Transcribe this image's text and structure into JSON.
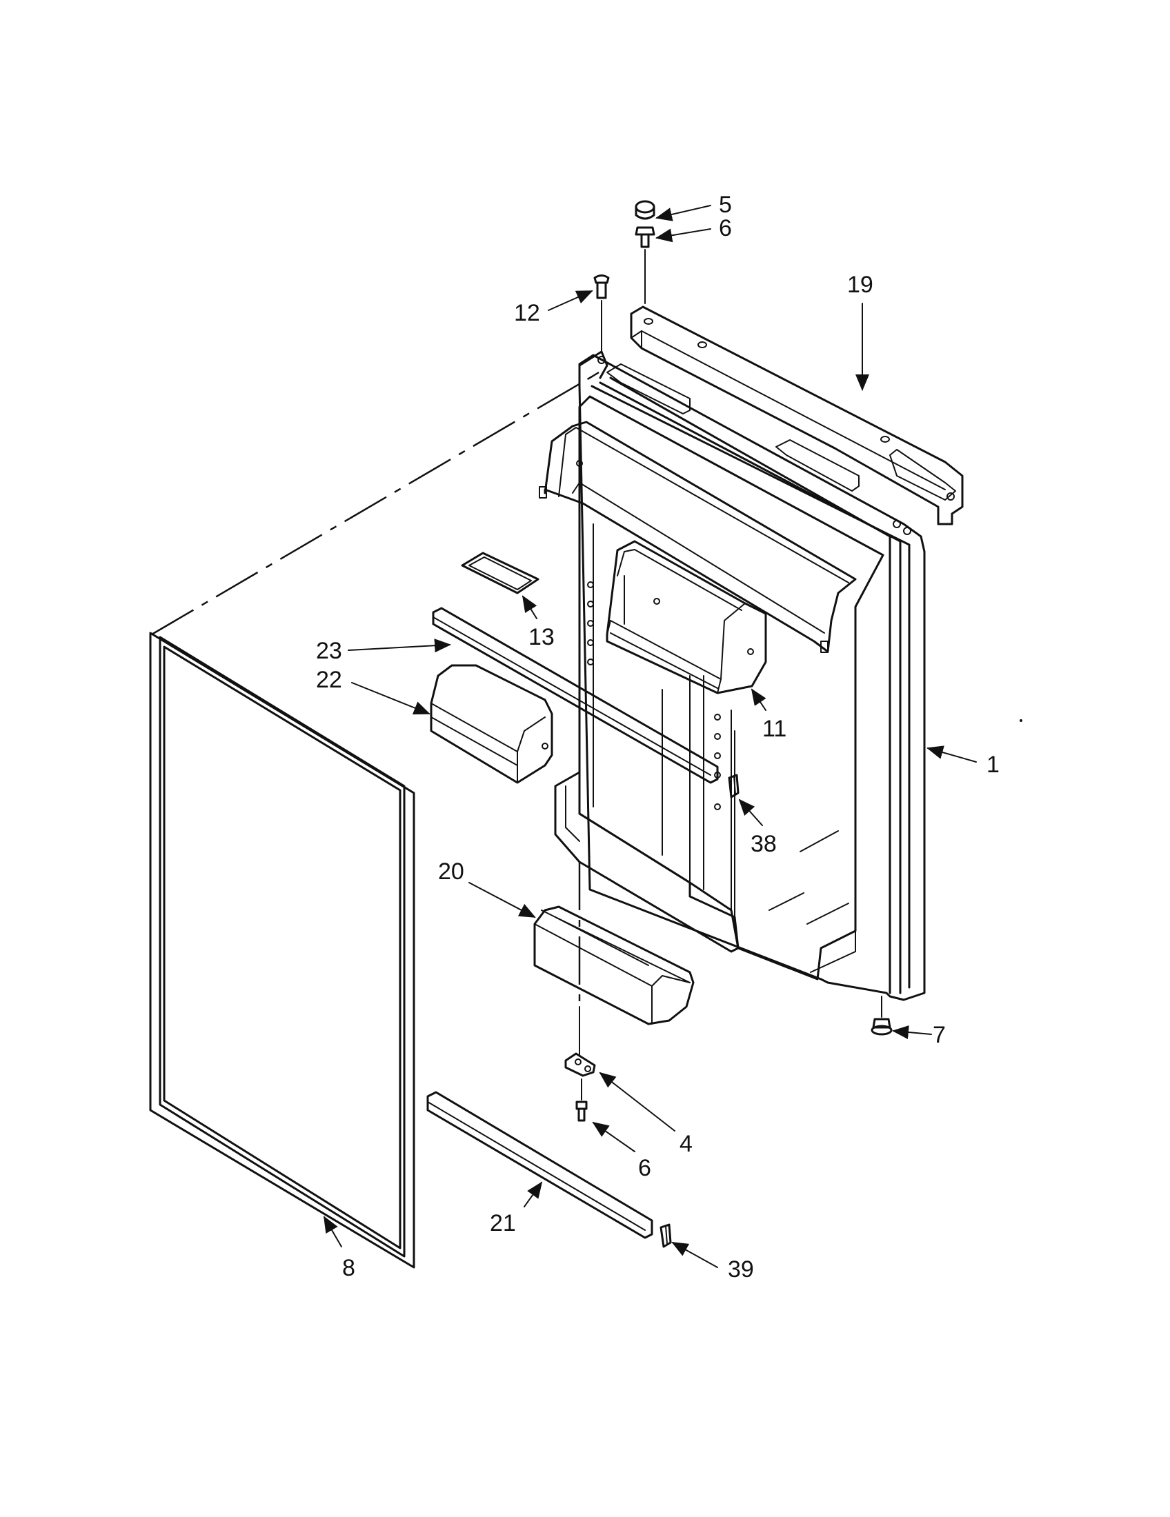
{
  "callouts": [
    {
      "id": "c5",
      "label": "5"
    },
    {
      "id": "c6top",
      "label": "6"
    },
    {
      "id": "c19",
      "label": "19"
    },
    {
      "id": "c12",
      "label": "12"
    },
    {
      "id": "c13",
      "label": "13"
    },
    {
      "id": "c23",
      "label": "23"
    },
    {
      "id": "c22",
      "label": "22"
    },
    {
      "id": "c11",
      "label": "11"
    },
    {
      "id": "c1",
      "label": "1"
    },
    {
      "id": "c38",
      "label": "38"
    },
    {
      "id": "c20",
      "label": "20"
    },
    {
      "id": "c7",
      "label": "7"
    },
    {
      "id": "c4",
      "label": "4"
    },
    {
      "id": "c6bot",
      "label": "6"
    },
    {
      "id": "c21",
      "label": "21"
    },
    {
      "id": "c39",
      "label": "39"
    },
    {
      "id": "c8",
      "label": "8"
    }
  ]
}
